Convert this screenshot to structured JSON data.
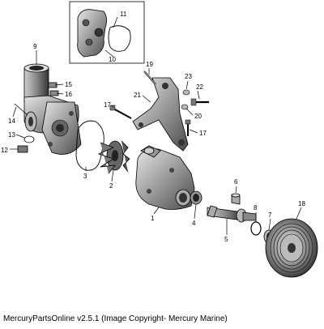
{
  "diagram": {
    "callouts": [
      "1",
      "2",
      "3",
      "4",
      "5",
      "6",
      "7",
      "8",
      "9",
      "10",
      "11",
      "12",
      "13",
      "14",
      "15",
      "16",
      "17",
      "17",
      "18",
      "19",
      "20",
      "21",
      "22",
      "23"
    ]
  },
  "footer": {
    "caption": "MercuryPartsOnline v2.5.1 (Image Copyright- Mercury Marine)"
  }
}
